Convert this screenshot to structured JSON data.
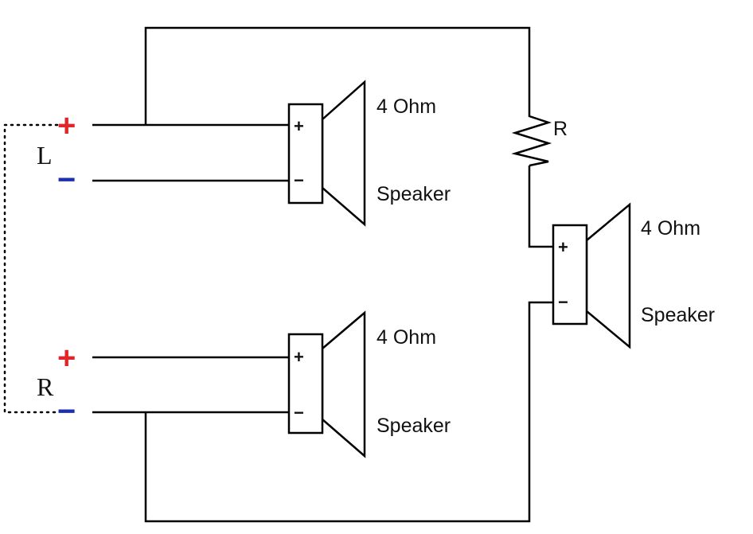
{
  "channels": {
    "left": {
      "name": "L",
      "plus": "+",
      "minus": "−"
    },
    "right": {
      "name": "R",
      "plus": "+",
      "minus": "−"
    }
  },
  "speakers": {
    "top_left": {
      "impedance": "4 Ohm",
      "label": "Speaker",
      "plus": "+",
      "minus": "−"
    },
    "bottom_left": {
      "impedance": "4 Ohm",
      "label": "Speaker",
      "plus": "+",
      "minus": "−"
    },
    "center": {
      "impedance": "4 Ohm",
      "label": "Speaker",
      "plus": "+",
      "minus": "−"
    }
  },
  "resistor": {
    "label": "R"
  },
  "colors": {
    "plus": "#e0262b",
    "minus": "#1b2fb0",
    "wire": "#000000"
  }
}
